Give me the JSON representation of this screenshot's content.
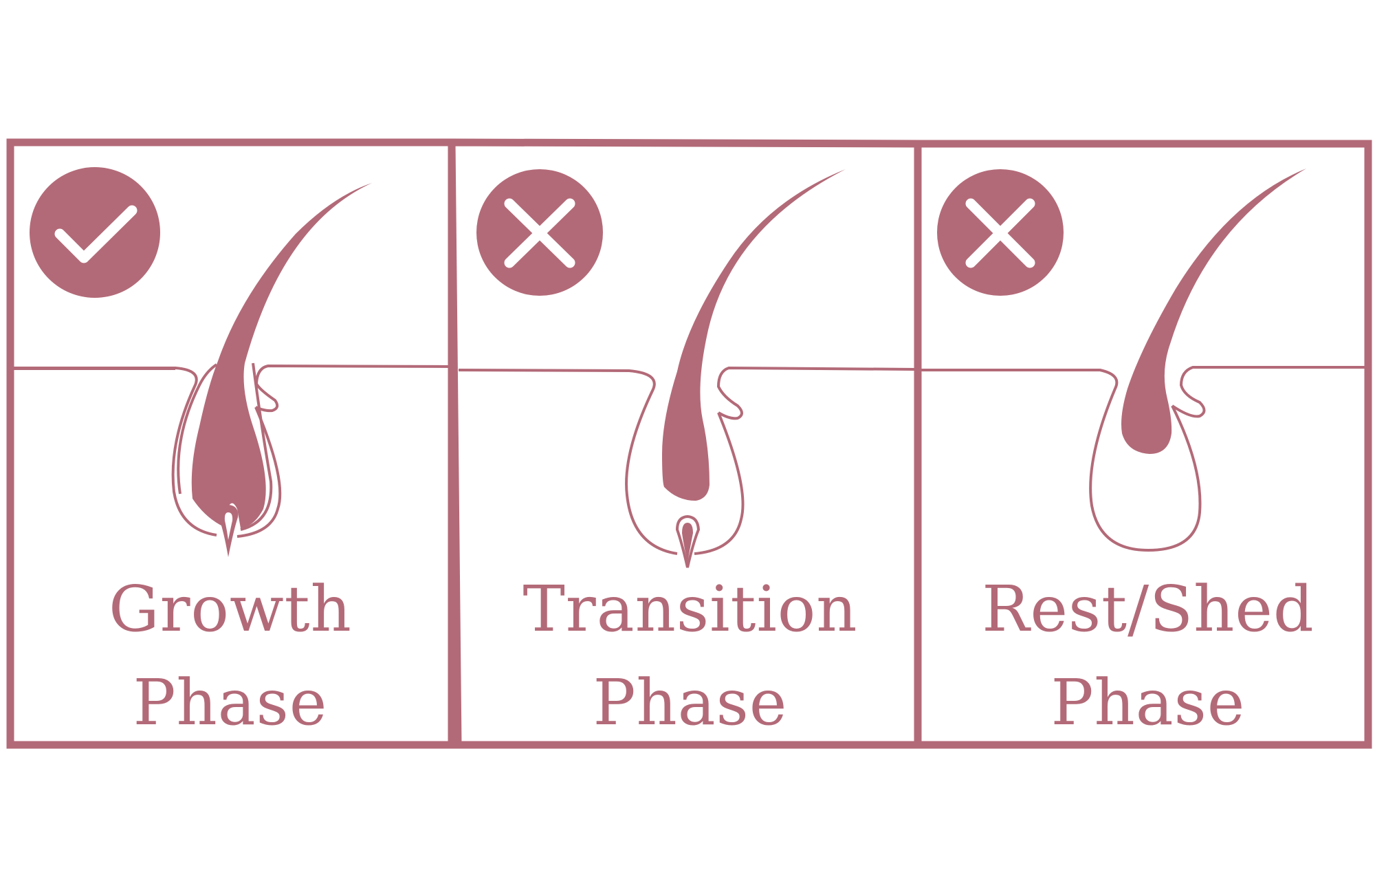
{
  "accent_color": "#b36a78",
  "background_color": "#ffffff",
  "icon_mark_color": "#ffffff",
  "panels": [
    {
      "status_icon": "check-icon",
      "status": "ok",
      "line1": "Growth",
      "line2": "Phase"
    },
    {
      "status_icon": "cross-icon",
      "status": "not-ok",
      "line1": "Transition",
      "line2": "Phase"
    },
    {
      "status_icon": "cross-icon",
      "status": "not-ok",
      "line1": "Rest/Shed",
      "line2": "Phase"
    }
  ]
}
